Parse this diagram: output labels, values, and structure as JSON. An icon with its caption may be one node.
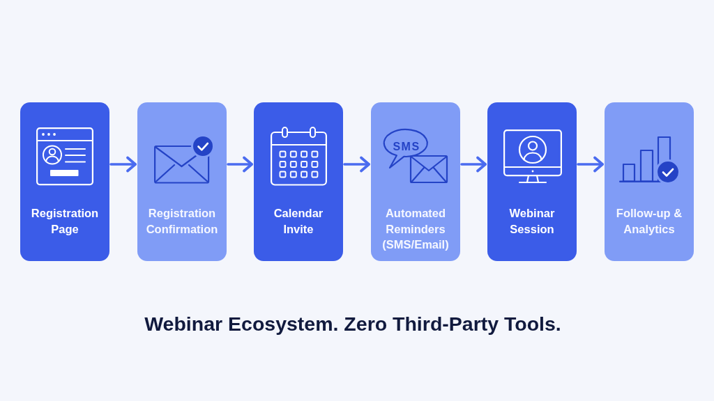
{
  "diagram": {
    "caption": "Webinar Ecosystem. Zero Third-Party Tools.",
    "nodes": [
      {
        "text": [
          "Registration Page"
        ]
      },
      {
        "text": [
          "Registration Confirmation"
        ]
      },
      {
        "text": [
          "Calendar Invite"
        ]
      },
      {
        "text": [
          "SMS",
          "Automated Reminders (SMS/Email)"
        ]
      },
      {
        "text": [
          "Webinar Session"
        ]
      },
      {
        "text": [
          "Follow-up & Analytics"
        ]
      }
    ],
    "edges": [
      {
        "from": 0,
        "to": 1,
        "arrow": "to"
      },
      {
        "from": 1,
        "to": 2,
        "arrow": "to"
      },
      {
        "from": 2,
        "to": 3,
        "arrow": "to"
      },
      {
        "from": 3,
        "to": 4,
        "arrow": "to"
      },
      {
        "from": 4,
        "to": 5,
        "arrow": "to"
      }
    ]
  }
}
